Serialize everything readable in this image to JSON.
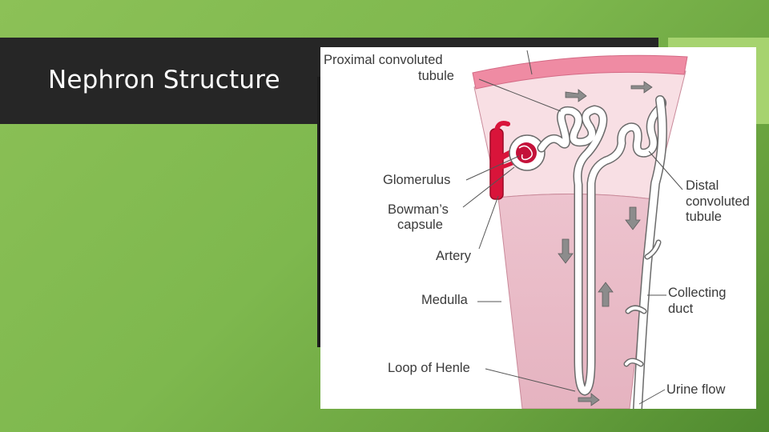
{
  "slide": {
    "title": "Nephron Structure"
  },
  "diagram": {
    "labels": {
      "proximal_line1": "Proximal convoluted",
      "proximal_line2": "tubule",
      "glomerulus": "Glomerulus",
      "bowmans_line1": "Bowman’s",
      "bowmans_line2": "capsule",
      "artery": "Artery",
      "medulla": "Medulla",
      "loop_of_henle": "Loop of Henle",
      "distal_line1": "Distal",
      "distal_line2": "convoluted",
      "distal_line3": "tubule",
      "collecting_line1": "Collecting",
      "collecting_line2": "duct",
      "urine_flow": "Urine flow"
    },
    "colors": {
      "cortex": "#f8dfe4",
      "medulla": "#e7b6c3",
      "capsule_band": "#ef8ba3",
      "artery": "#d9143a",
      "tubule": "#ffffff",
      "arrow": "#8c8c8c",
      "background": "#8cc157",
      "title_band": "#262626"
    }
  }
}
